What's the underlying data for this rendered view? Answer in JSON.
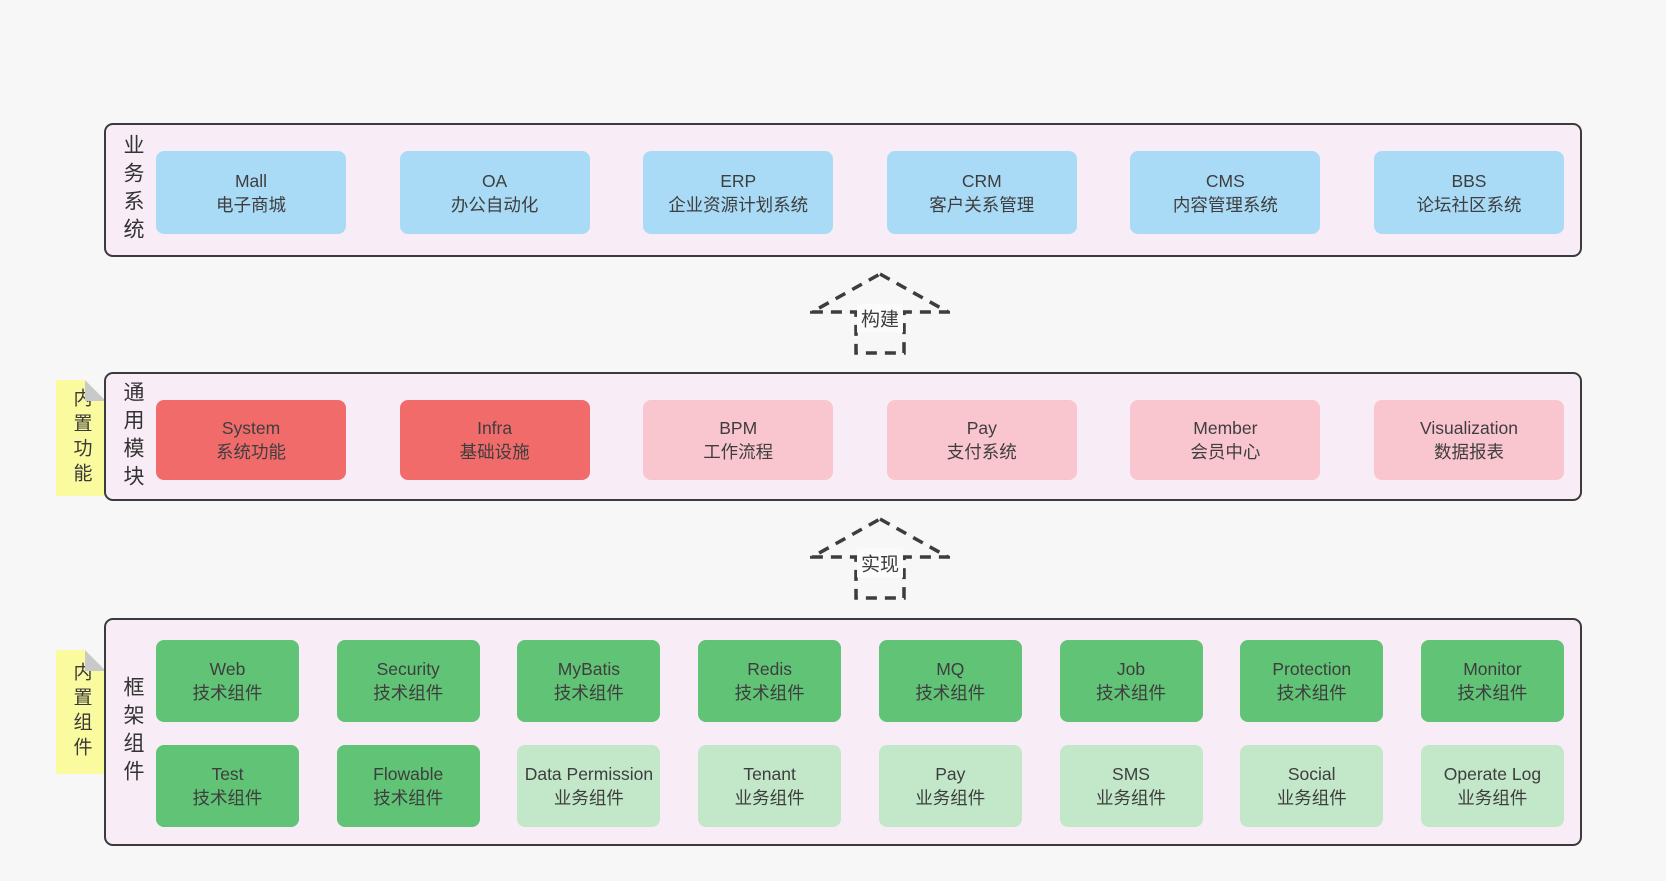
{
  "colors": {
    "page_bg": "#f7f7f7",
    "panel_bg": "#f8edf6",
    "panel_border": "#3b3b3b",
    "blue_box": "#a9dbf6",
    "red_box": "#f26b6b",
    "pink_box": "#f9c5cf",
    "green_dark_box": "#60c375",
    "green_light_box": "#c3e8c9",
    "note_yellow": "#fafa9e",
    "note_fold_gray": "#c9c9c9",
    "text": "#3e3e3e"
  },
  "arrows": [
    {
      "label": "构建"
    },
    {
      "label": "实现"
    }
  ],
  "notes": [
    {
      "label": "内置功能"
    },
    {
      "label": "内置组件"
    }
  ],
  "sections": {
    "business": {
      "label": "业务系统",
      "items": [
        {
          "en": "Mall",
          "zh": "电子商城"
        },
        {
          "en": "OA",
          "zh": "办公自动化"
        },
        {
          "en": "ERP",
          "zh": "企业资源计划系统"
        },
        {
          "en": "CRM",
          "zh": "客户关系管理"
        },
        {
          "en": "CMS",
          "zh": "内容管理系统"
        },
        {
          "en": "BBS",
          "zh": "论坛社区系统"
        }
      ]
    },
    "modules": {
      "label": "通用模块",
      "items": [
        {
          "en": "System",
          "zh": "系统功能"
        },
        {
          "en": "Infra",
          "zh": "基础设施"
        },
        {
          "en": "BPM",
          "zh": "工作流程"
        },
        {
          "en": "Pay",
          "zh": "支付系统"
        },
        {
          "en": "Member",
          "zh": "会员中心"
        },
        {
          "en": "Visualization",
          "zh": "数据报表"
        }
      ]
    },
    "framework": {
      "label": "框架组件",
      "row1": [
        {
          "en": "Web",
          "zh": "技术组件"
        },
        {
          "en": "Security",
          "zh": "技术组件"
        },
        {
          "en": "MyBatis",
          "zh": "技术组件"
        },
        {
          "en": "Redis",
          "zh": "技术组件"
        },
        {
          "en": "MQ",
          "zh": "技术组件"
        },
        {
          "en": "Job",
          "zh": "技术组件"
        },
        {
          "en": "Protection",
          "zh": "技术组件"
        },
        {
          "en": "Monitor",
          "zh": "技术组件"
        }
      ],
      "row2": [
        {
          "en": "Test",
          "zh": "技术组件"
        },
        {
          "en": "Flowable",
          "zh": "技术组件"
        },
        {
          "en": "Data Permission",
          "zh": "业务组件"
        },
        {
          "en": "Tenant",
          "zh": "业务组件"
        },
        {
          "en": "Pay",
          "zh": "业务组件"
        },
        {
          "en": "SMS",
          "zh": "业务组件"
        },
        {
          "en": "Social",
          "zh": "业务组件"
        },
        {
          "en": "Operate Log",
          "zh": "业务组件"
        }
      ]
    }
  }
}
